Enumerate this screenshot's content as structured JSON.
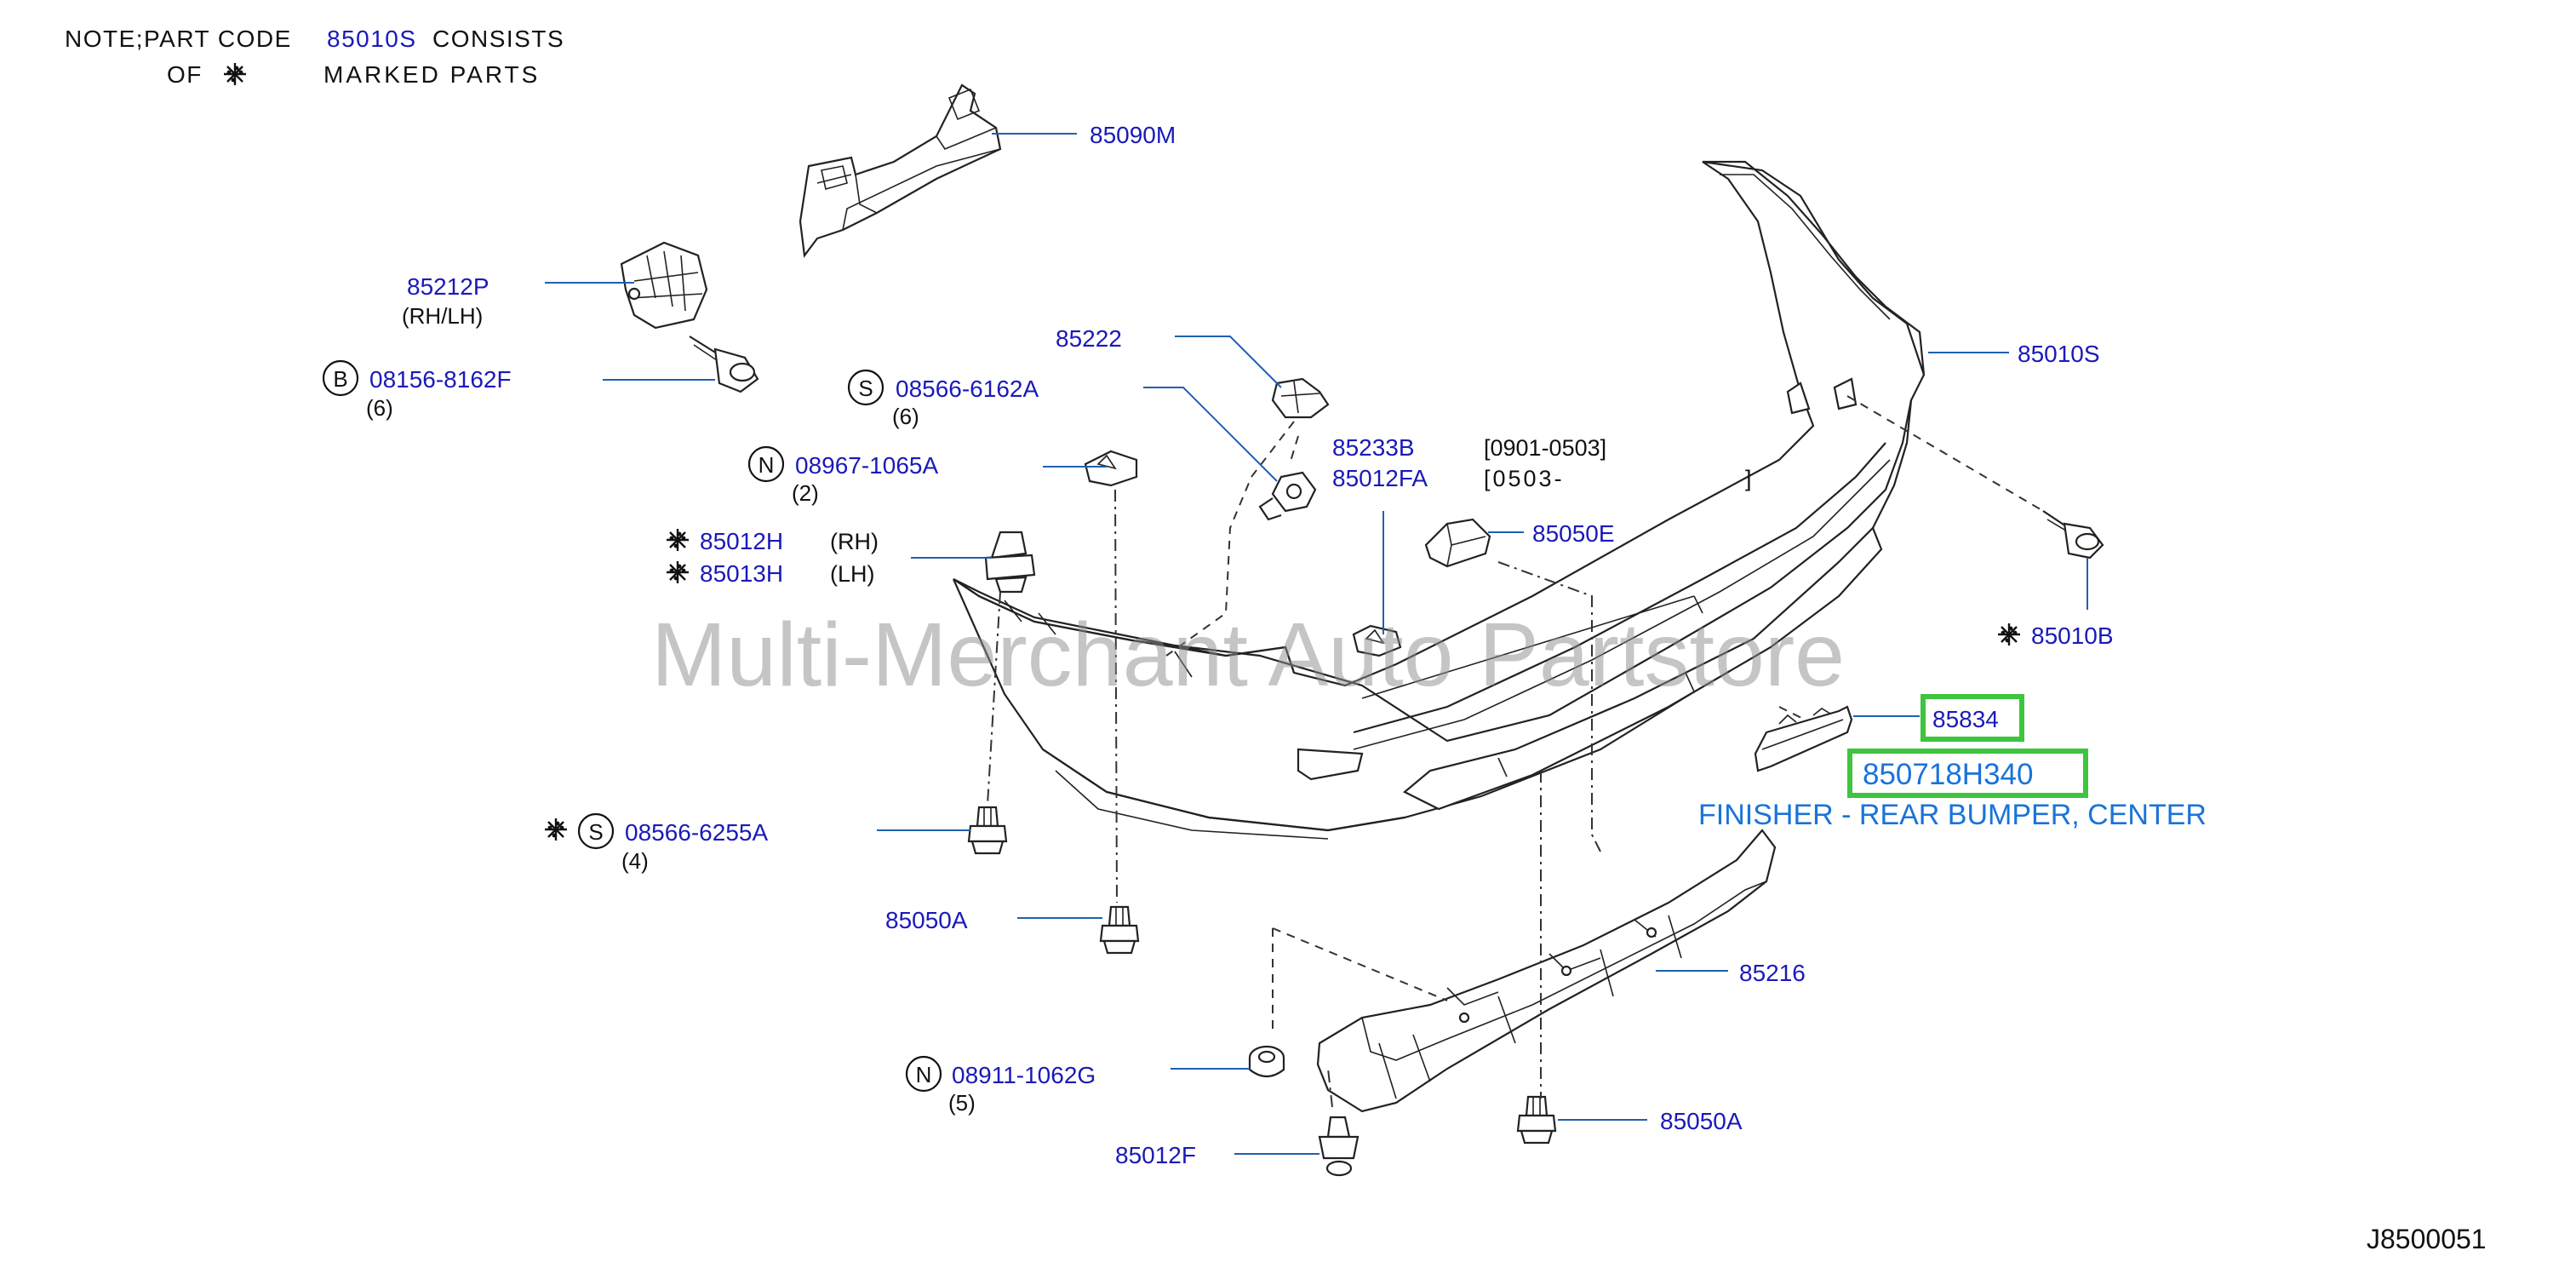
{
  "note": {
    "line1_prefix": "NOTE;PART   CODE",
    "line1_code": "85010S",
    "line1_suffix": "CONSISTS",
    "line2_of": "OF",
    "line2_marked": "MARKED   PARTS"
  },
  "watermark": "Multi-Merchant Auto Partstore",
  "diagram_id": "J8500051",
  "highlight": {
    "part": "85834",
    "part_number": "850718H340",
    "description": "FINISHER - REAR BUMPER, CENTER",
    "color": "#3ec43e"
  },
  "callouts": {
    "c85090M": "85090M",
    "c85212P": "85212P",
    "c85212P_note": "(RH/LH)",
    "c08156_badge": "B",
    "c08156": "08156-8162F",
    "c08156_qty": "(6)",
    "c85222": "85222",
    "c08566a_badge": "S",
    "c08566a": "08566-6162A",
    "c08566a_qty": "(6)",
    "c85233B": "85233B",
    "c85012FA": "85012FA",
    "date1": "[0901-0503]",
    "date2": "[0503-",
    "date2_end": "]",
    "c08967_badge": "N",
    "c08967": "08967-1065A",
    "c08967_qty": "(2)",
    "c85012H": "85012H",
    "c85012H_side": "(RH)",
    "c85013H": "85013H",
    "c85013H_side": "(LH)",
    "c85050E": "85050E",
    "c85010S": "85010S",
    "c85010B": "85010B",
    "c08566b_badge": "S",
    "c08566b": "08566-6255A",
    "c08566b_qty": "(4)",
    "c85050A_1": "85050A",
    "c85216": "85216",
    "c08911_badge": "N",
    "c08911": "08911-1062G",
    "c08911_qty": "(5)",
    "c85050A_2": "85050A",
    "c85012F": "85012F"
  }
}
